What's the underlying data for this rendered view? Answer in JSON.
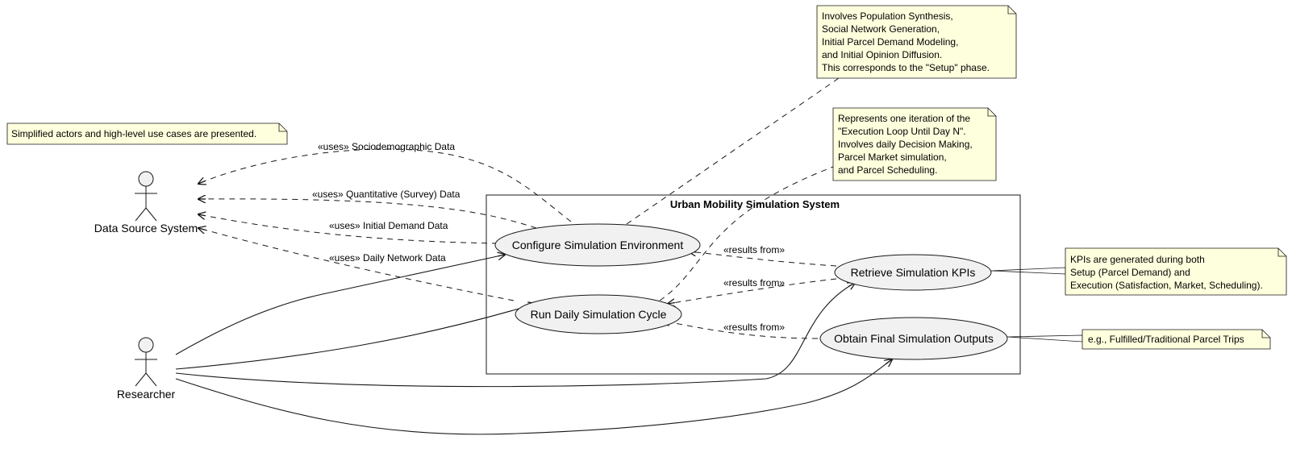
{
  "diagram": {
    "colors": {
      "note_fill": "#FEFFDD",
      "usecase_fill": "#F1F1F1",
      "line": "#181818",
      "background": "#FFFFFF"
    },
    "system_title": "Urban Mobility Simulation System",
    "actors": {
      "data_source": "Data Source System",
      "researcher": "Researcher"
    },
    "use_cases": {
      "configure": "Configure Simulation Environment",
      "run_daily": "Run Daily Simulation Cycle",
      "retrieve_kpis": "Retrieve Simulation KPIs",
      "obtain_outputs": "Obtain Final Simulation Outputs"
    },
    "relations": {
      "uses_sociodemographic": "«uses» Sociodemographic Data",
      "uses_survey": "«uses» Quantitative (Survey) Data",
      "uses_initial_demand": "«uses» Initial Demand Data",
      "uses_daily_network": "«uses» Daily Network Data",
      "results_from_1": "«results from»",
      "results_from_2": "«results from»",
      "results_from_3": "«results from»"
    },
    "notes": {
      "summary": [
        "Simplified actors and high-level use cases are presented."
      ],
      "setup": [
        "Involves Population Synthesis,",
        "Social Network Generation,",
        "Initial Parcel Demand Modeling,",
        "and Initial Opinion Diffusion.",
        "This corresponds to the \"Setup\" phase."
      ],
      "iteration": [
        "Represents one iteration of the",
        "\"Execution Loop Until Day N\".",
        "Involves daily Decision Making,",
        "Parcel Market simulation,",
        "and Parcel Scheduling."
      ],
      "kpis": [
        "KPIs are generated during both",
        "Setup (Parcel Demand) and",
        "Execution (Satisfaction, Market, Scheduling)."
      ],
      "outputs": [
        "e.g., Fulfilled/Traditional Parcel Trips"
      ]
    }
  }
}
